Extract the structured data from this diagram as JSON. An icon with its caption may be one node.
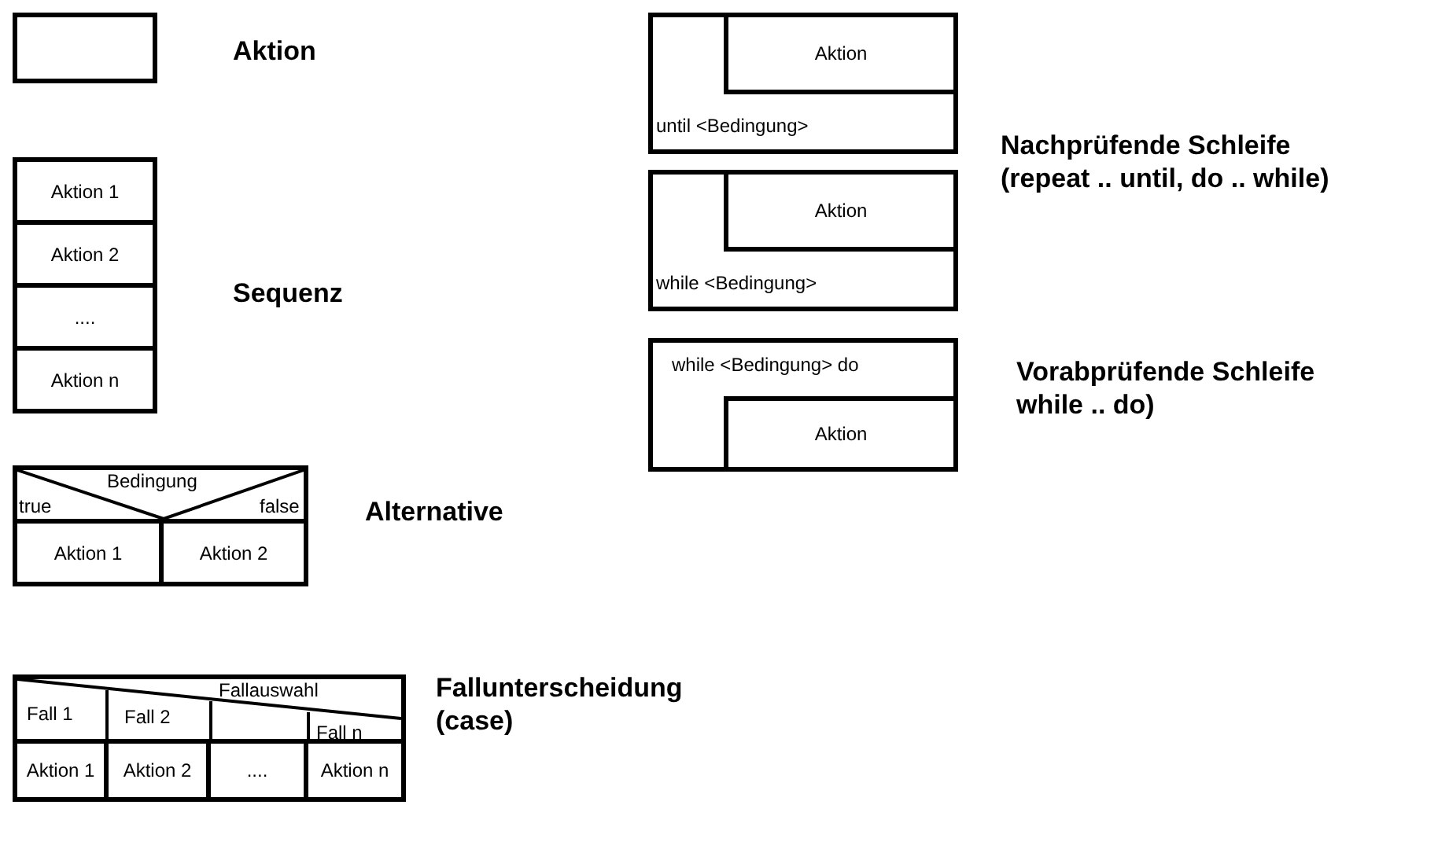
{
  "diagram": {
    "nodes": [
      {
        "text": [],
        "shape": "box"
      },
      {
        "text": [
          "Aktion 1"
        ]
      },
      {
        "text": [
          "Aktion 2"
        ]
      },
      {
        "text": [
          "...."
        ]
      },
      {
        "text": [
          "Aktion n"
        ]
      },
      {
        "text": [
          "Bedingung",
          "true",
          "false"
        ]
      },
      {
        "text": [
          "Aktion 1"
        ]
      },
      {
        "text": [
          "Aktion 2"
        ]
      },
      {
        "text": [
          "Fallauswahl",
          "Fall 1",
          "Fall 2",
          "Fall n"
        ]
      },
      {
        "text": [
          "Aktion 1"
        ]
      },
      {
        "text": [
          "Aktion 2"
        ]
      },
      {
        "text": [
          "...."
        ]
      },
      {
        "text": [
          "Aktion n"
        ]
      },
      {
        "text": [
          "until <Bedingung>"
        ]
      },
      {
        "text": [
          "Aktion"
        ],
        "in": 13
      },
      {
        "text": [
          "while <Bedingung>"
        ]
      },
      {
        "text": [
          "Aktion"
        ],
        "in": 15
      },
      {
        "text": [
          "while <Bedingung> do"
        ]
      },
      {
        "text": [
          "Aktion"
        ],
        "in": 17
      }
    ],
    "labels": [
      "Aktion",
      "Nachprüfende Schleife (repeat .. until, do .. while)",
      "Sequenz",
      "Vorabprüfende Schleife while .. do)",
      "Alternative",
      "Fallunterscheidung (case)"
    ]
  }
}
